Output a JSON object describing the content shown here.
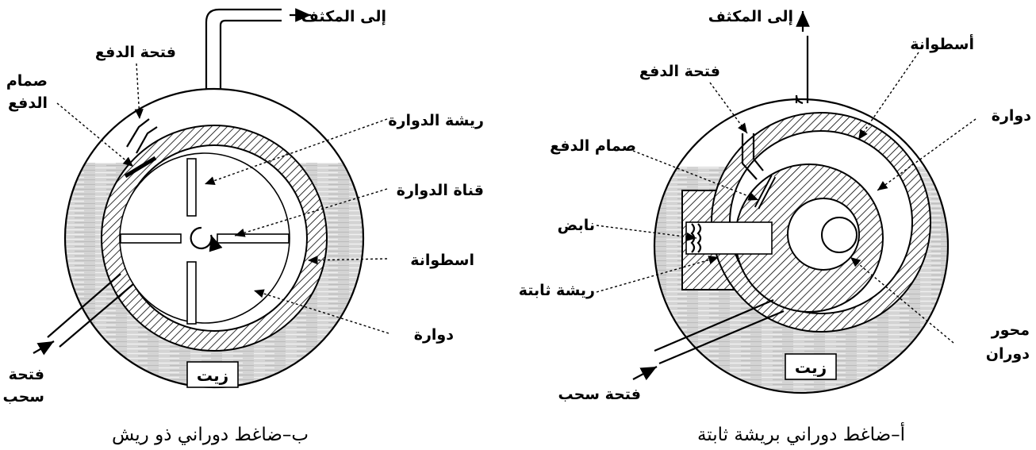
{
  "diagram_b": {
    "caption": "ب–ضاغط دوراني ذو ريش",
    "labels": {
      "to_condenser": "إلى المكثف",
      "discharge_port": "فتحة الدفع",
      "discharge_valve_line1": "صمام",
      "discharge_valve_line2": "الدفع",
      "rotor_vane": "ريشة الدوارة",
      "rotor_slot": "قناة الدوارة",
      "cylinder": "اسطوانة",
      "rotor": "دوارة",
      "oil": "زيت",
      "suction_port_line1": "فتحة",
      "suction_port_line2": "سحب"
    }
  },
  "diagram_a": {
    "caption": "أ–ضاغط دوراني بريشة ثابتة",
    "labels": {
      "to_condenser": "إلى المكثف",
      "cylinder": "أسطوانة",
      "discharge_port": "فتحة الدفع",
      "rotor": "دوارة",
      "discharge_valve": "صمام الدفع",
      "spring": "نابض",
      "fixed_vane": "ريشة ثابتة",
      "shaft_line1": "محور",
      "shaft_line2": "دوران",
      "oil": "زيت",
      "suction_port": "فتحة سحب"
    }
  },
  "colors": {
    "line": "#000000",
    "oil_fill": "#d2d2d2",
    "background": "#ffffff"
  }
}
